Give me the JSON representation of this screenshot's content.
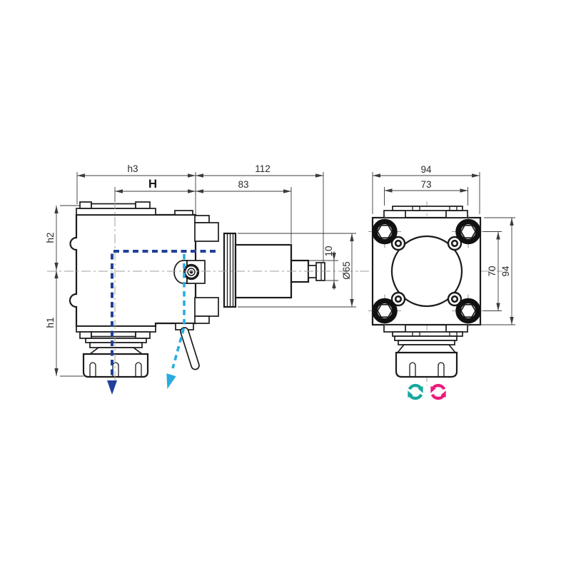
{
  "dims": {
    "h3": "h3",
    "H": "H",
    "len112": "112",
    "len83": "83",
    "h2": "h2",
    "h1": "h1",
    "tip10": "10",
    "dia65": "Ø65",
    "front_w94": "94",
    "front_w73": "73",
    "front_h70": "70",
    "front_h94": "94"
  },
  "icons": {
    "tool_axis_arrow": "navy-dashed-down-arrow",
    "secondary_axis_arrow": "cyan-dashed-down-arrow",
    "rotation_cw_icon": "circular-arrow-clockwise",
    "rotation_ccw_icon": "circular-arrow-counterclockwise"
  },
  "colors": {
    "outline": "#1b1b1b",
    "dimension_line": "#3c3c3c",
    "centerline": "#a0a0a0",
    "axis_primary": "#21409a",
    "axis_secondary": "#2aabe2",
    "rotation_cw": "#16a79e",
    "rotation_ccw": "#ec187c"
  }
}
